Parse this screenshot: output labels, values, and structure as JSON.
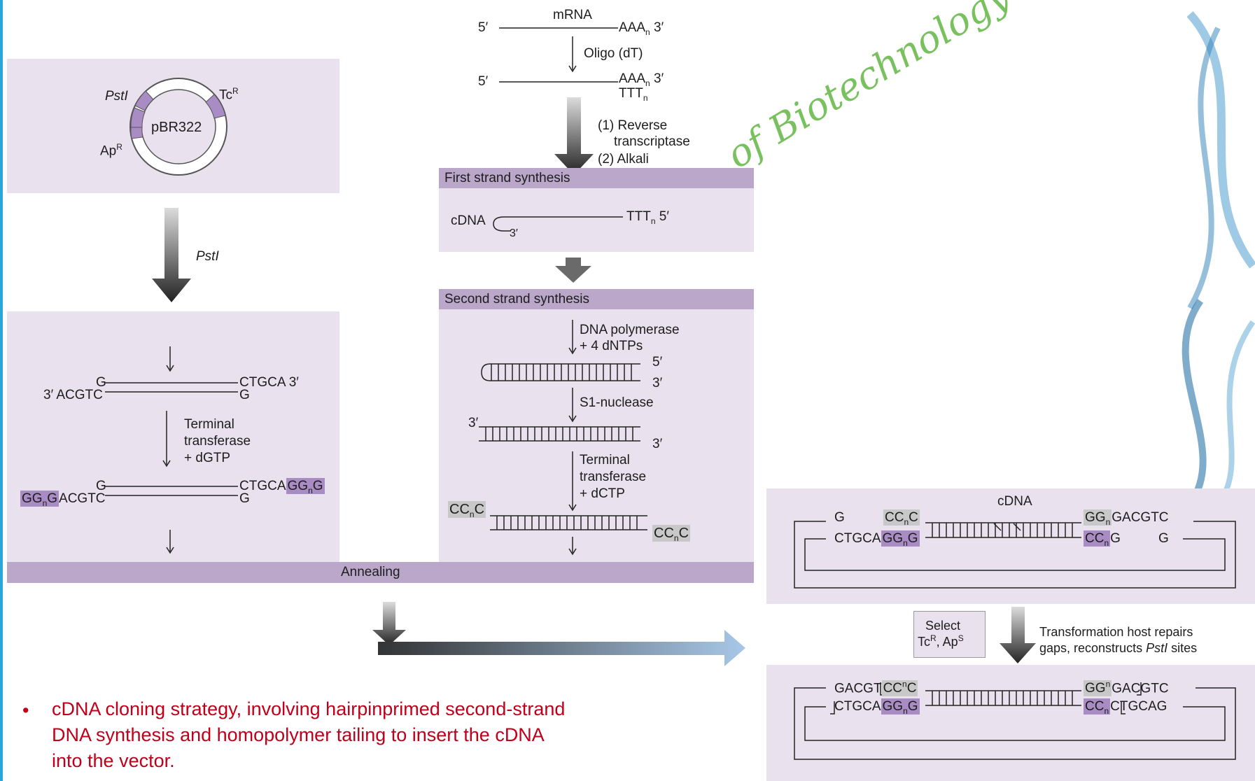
{
  "plasmid": {
    "name": "pBR322",
    "pst": "PstI",
    "tc": "Tc",
    "tc_sup": "R",
    "ap": "Ap",
    "ap_sup": "R"
  },
  "left": {
    "arrow_label": "PstI",
    "g_top": "G",
    "ctgca": "CTGCA 3′",
    "acgtc": "3′ ACGTC",
    "g_bot": "G",
    "tt1": "Terminal",
    "tt2": "transferase",
    "tt3": "+ dGTP",
    "g2_top": "G",
    "ctgca2": "CTGCA",
    "ggng_r1": "GG",
    "ggng_r2": "G",
    "ggng_l1": "GG",
    "ggng_l2": "G",
    "ggng_sub": "n",
    "acgtc2": "ACGTC",
    "g2_bot": "G"
  },
  "mrna": {
    "title": "mRNA",
    "five1": "5′",
    "aaa": "AAA",
    "aaa_sub": "n",
    "three": "3′",
    "oligo": "Oligo (dT)",
    "five2": "5′",
    "ttt": "TTT",
    "ttt_sub": "n",
    "rt1": "(1) Reverse",
    "rt2": "transcriptase",
    "rt3": "(2) Alkali"
  },
  "first": {
    "bar": "First strand synthesis",
    "cdna": "cDNA",
    "three": "3′",
    "ttt": "TTT",
    "ttt_sub": "n",
    "five": "5′"
  },
  "second": {
    "bar": "Second strand synthesis",
    "pol1": "DNA polymerase",
    "pol2": "+ 4 dNTPs",
    "five": "5′",
    "three_a": "3′",
    "s1": "S1-nuclease",
    "three_b": "3′",
    "three_c": "3′",
    "tt1": "Terminal",
    "tt2": "transferase",
    "tt3": "+ dCTP",
    "cc": "CC",
    "cc_sub": "n",
    "c": "C"
  },
  "annealing": "Annealing",
  "watermark": "of Biotechnology",
  "right": {
    "cdna": "cDNA",
    "g": "G",
    "ccnc": "CC",
    "ccnc_sub": "n",
    "ccnc_end": "C",
    "ggn": "GG",
    "ggn_sub": "n",
    "gacgtc": "GACGTC",
    "ctgca": "CTGCA",
    "g_small": "G",
    "g_end": "G",
    "select1": "Select",
    "select2": "Tc",
    "select2_sup": "R",
    "select3": ", Ap",
    "select3_sup": "S",
    "trans1": "Transformation host repairs",
    "trans2": "gaps, reconstructs ",
    "trans2_pst": "PstI",
    "trans2_end": " sites",
    "bot_gacgt": "GACGT",
    "bot_ccnc": "CC",
    "bot_ccnc_sup": "n",
    "bot_c": "C",
    "bot_ggn": "GG",
    "bot_ggn_sup": "n",
    "bot_gacgt2": "GACGT",
    "bot_c2": "C",
    "bot_ctgca": "CTGCA",
    "bot_ggng": "GG",
    "bot_ggng_sub": "n",
    "bot_ggng_end": "G",
    "bot_cc": "CC",
    "bot_cc_sub": "n",
    "bot_ctgcag": "CTGCAG"
  },
  "caption": {
    "bullet": "•",
    "line1": "cDNA cloning strategy, involving hairpinprimed second-strand",
    "line2": "DNA synthesis and homopolymer tailing to insert the cDNA",
    "line3": "into the vector."
  }
}
